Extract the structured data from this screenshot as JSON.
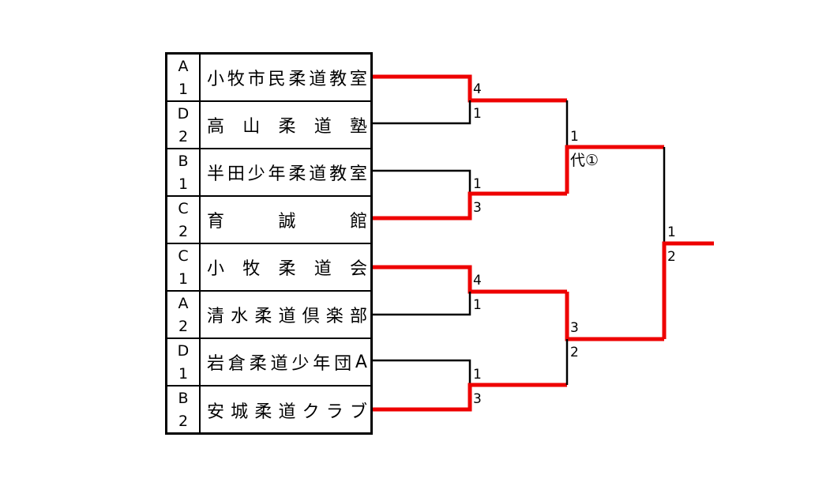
{
  "entries": [
    {
      "group": "A",
      "seed": "1",
      "team": "小牧市民柔道教室"
    },
    {
      "group": "D",
      "seed": "2",
      "team": "高山柔道塾"
    },
    {
      "group": "B",
      "seed": "1",
      "team": "半田少年柔道教室"
    },
    {
      "group": "C",
      "seed": "2",
      "team": "育誠館"
    },
    {
      "group": "C",
      "seed": "1",
      "team": "小牧柔道会"
    },
    {
      "group": "A",
      "seed": "2",
      "team": "清水柔道倶楽部"
    },
    {
      "group": "D",
      "seed": "1",
      "team": "岩倉柔道少年団A"
    },
    {
      "group": "B",
      "seed": "2",
      "team": "安城柔道クラブ"
    }
  ],
  "scores": {
    "r1_m1_top": "4",
    "r1_m1_bottom": "1",
    "r1_m2_top": "1",
    "r1_m2_bottom": "3",
    "r1_m3_top": "4",
    "r1_m3_bottom": "1",
    "r1_m4_top": "1",
    "r1_m4_bottom": "3",
    "sf1_top": "1",
    "sf1_bottom": "代①",
    "sf2_top": "3",
    "sf2_bottom": "2",
    "final_top": "1",
    "final_bottom": "2"
  },
  "colors": {
    "winner_line": "#ee0000",
    "loser_line": "#000000"
  }
}
